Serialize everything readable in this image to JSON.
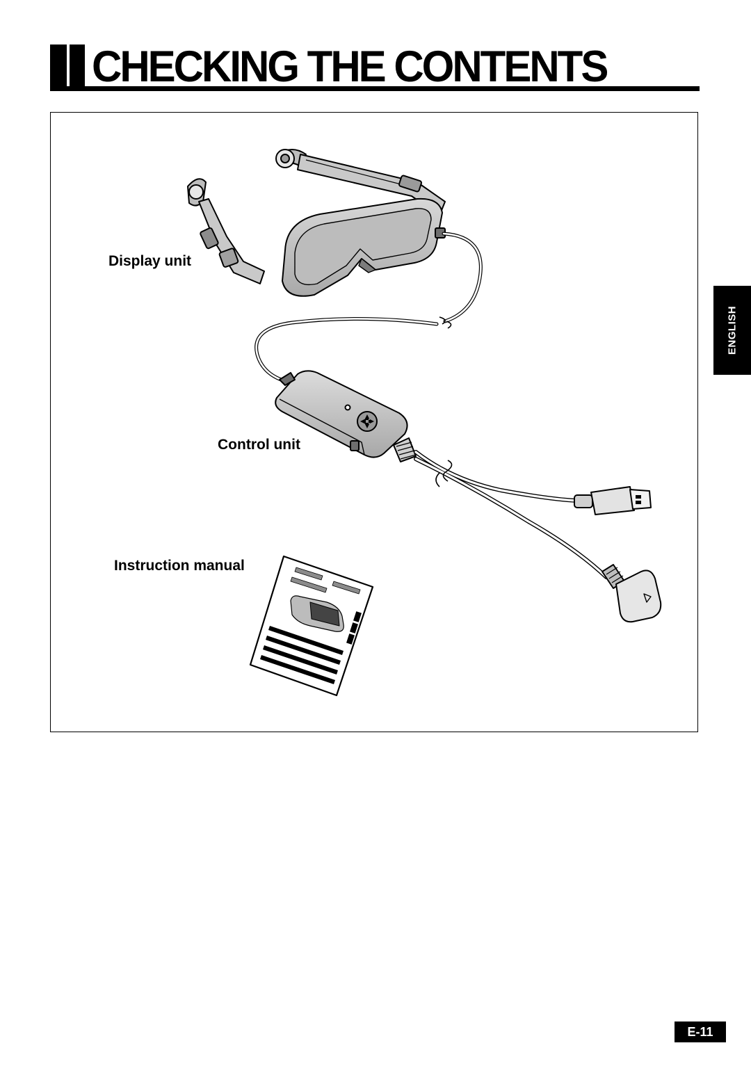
{
  "page": {
    "title": "CHECKING THE CONTENTS",
    "language_tab": "ENGLISH",
    "page_number": "E-11"
  },
  "items": {
    "display_unit": "Display unit",
    "control_unit": "Control unit",
    "instruction_manual": "Instruction manual"
  },
  "colors": {
    "ink": "#000000",
    "paper": "#ffffff",
    "device_gray": "#c8c8c8"
  }
}
